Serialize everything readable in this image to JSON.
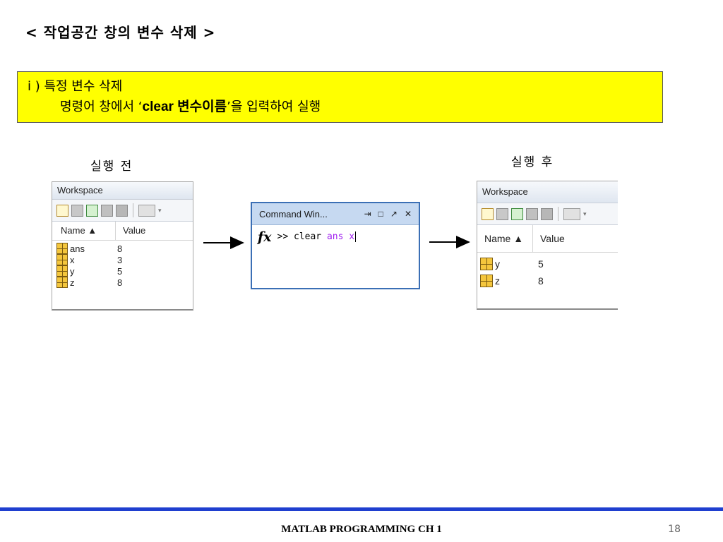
{
  "slide": {
    "title": "< 작업공간 창의 변수 삭제 >",
    "box_line1": "i ) 특정 변수 삭제",
    "box_line2_prefix": "명령어 창에서 ‘",
    "box_line2_cmd": "clear 변수이름",
    "box_line2_suffix": "’을 입력하여 실행",
    "caption_before": "실행 전",
    "caption_after": "실행 후",
    "footer": "MATLAB PROGRAMMING CH 1",
    "page_number": "18"
  },
  "workspace_before": {
    "title": "Workspace",
    "col_name": "Name ▲",
    "col_value": "Value",
    "rows": [
      {
        "name": "ans",
        "value": "8"
      },
      {
        "name": "x",
        "value": "3"
      },
      {
        "name": "y",
        "value": "5"
      },
      {
        "name": "z",
        "value": "8"
      }
    ]
  },
  "workspace_after": {
    "title": "Workspace",
    "col_name": "Name ▲",
    "col_value": "Value",
    "rows": [
      {
        "name": "y",
        "value": "5"
      },
      {
        "name": "z",
        "value": "8"
      }
    ]
  },
  "command_window": {
    "title": "Command Win...",
    "btn_dock": "⇥",
    "btn_max": "□",
    "btn_undock": "↗",
    "btn_close": "✕",
    "fx": "fx",
    "prompt": ">> clear ",
    "args": "ans x"
  },
  "toolbar_icons": [
    "new-variable-icon",
    "open-variable-icon",
    "import-data-icon",
    "save-workspace-icon",
    "delete-variable-icon",
    "plot-icon"
  ],
  "colors": {
    "highlight_yellow": "#ffff00",
    "footer_blue": "#1f3fcf",
    "command_arg_purple": "#a020f0",
    "window_title_blue": "#c6d9f1"
  }
}
